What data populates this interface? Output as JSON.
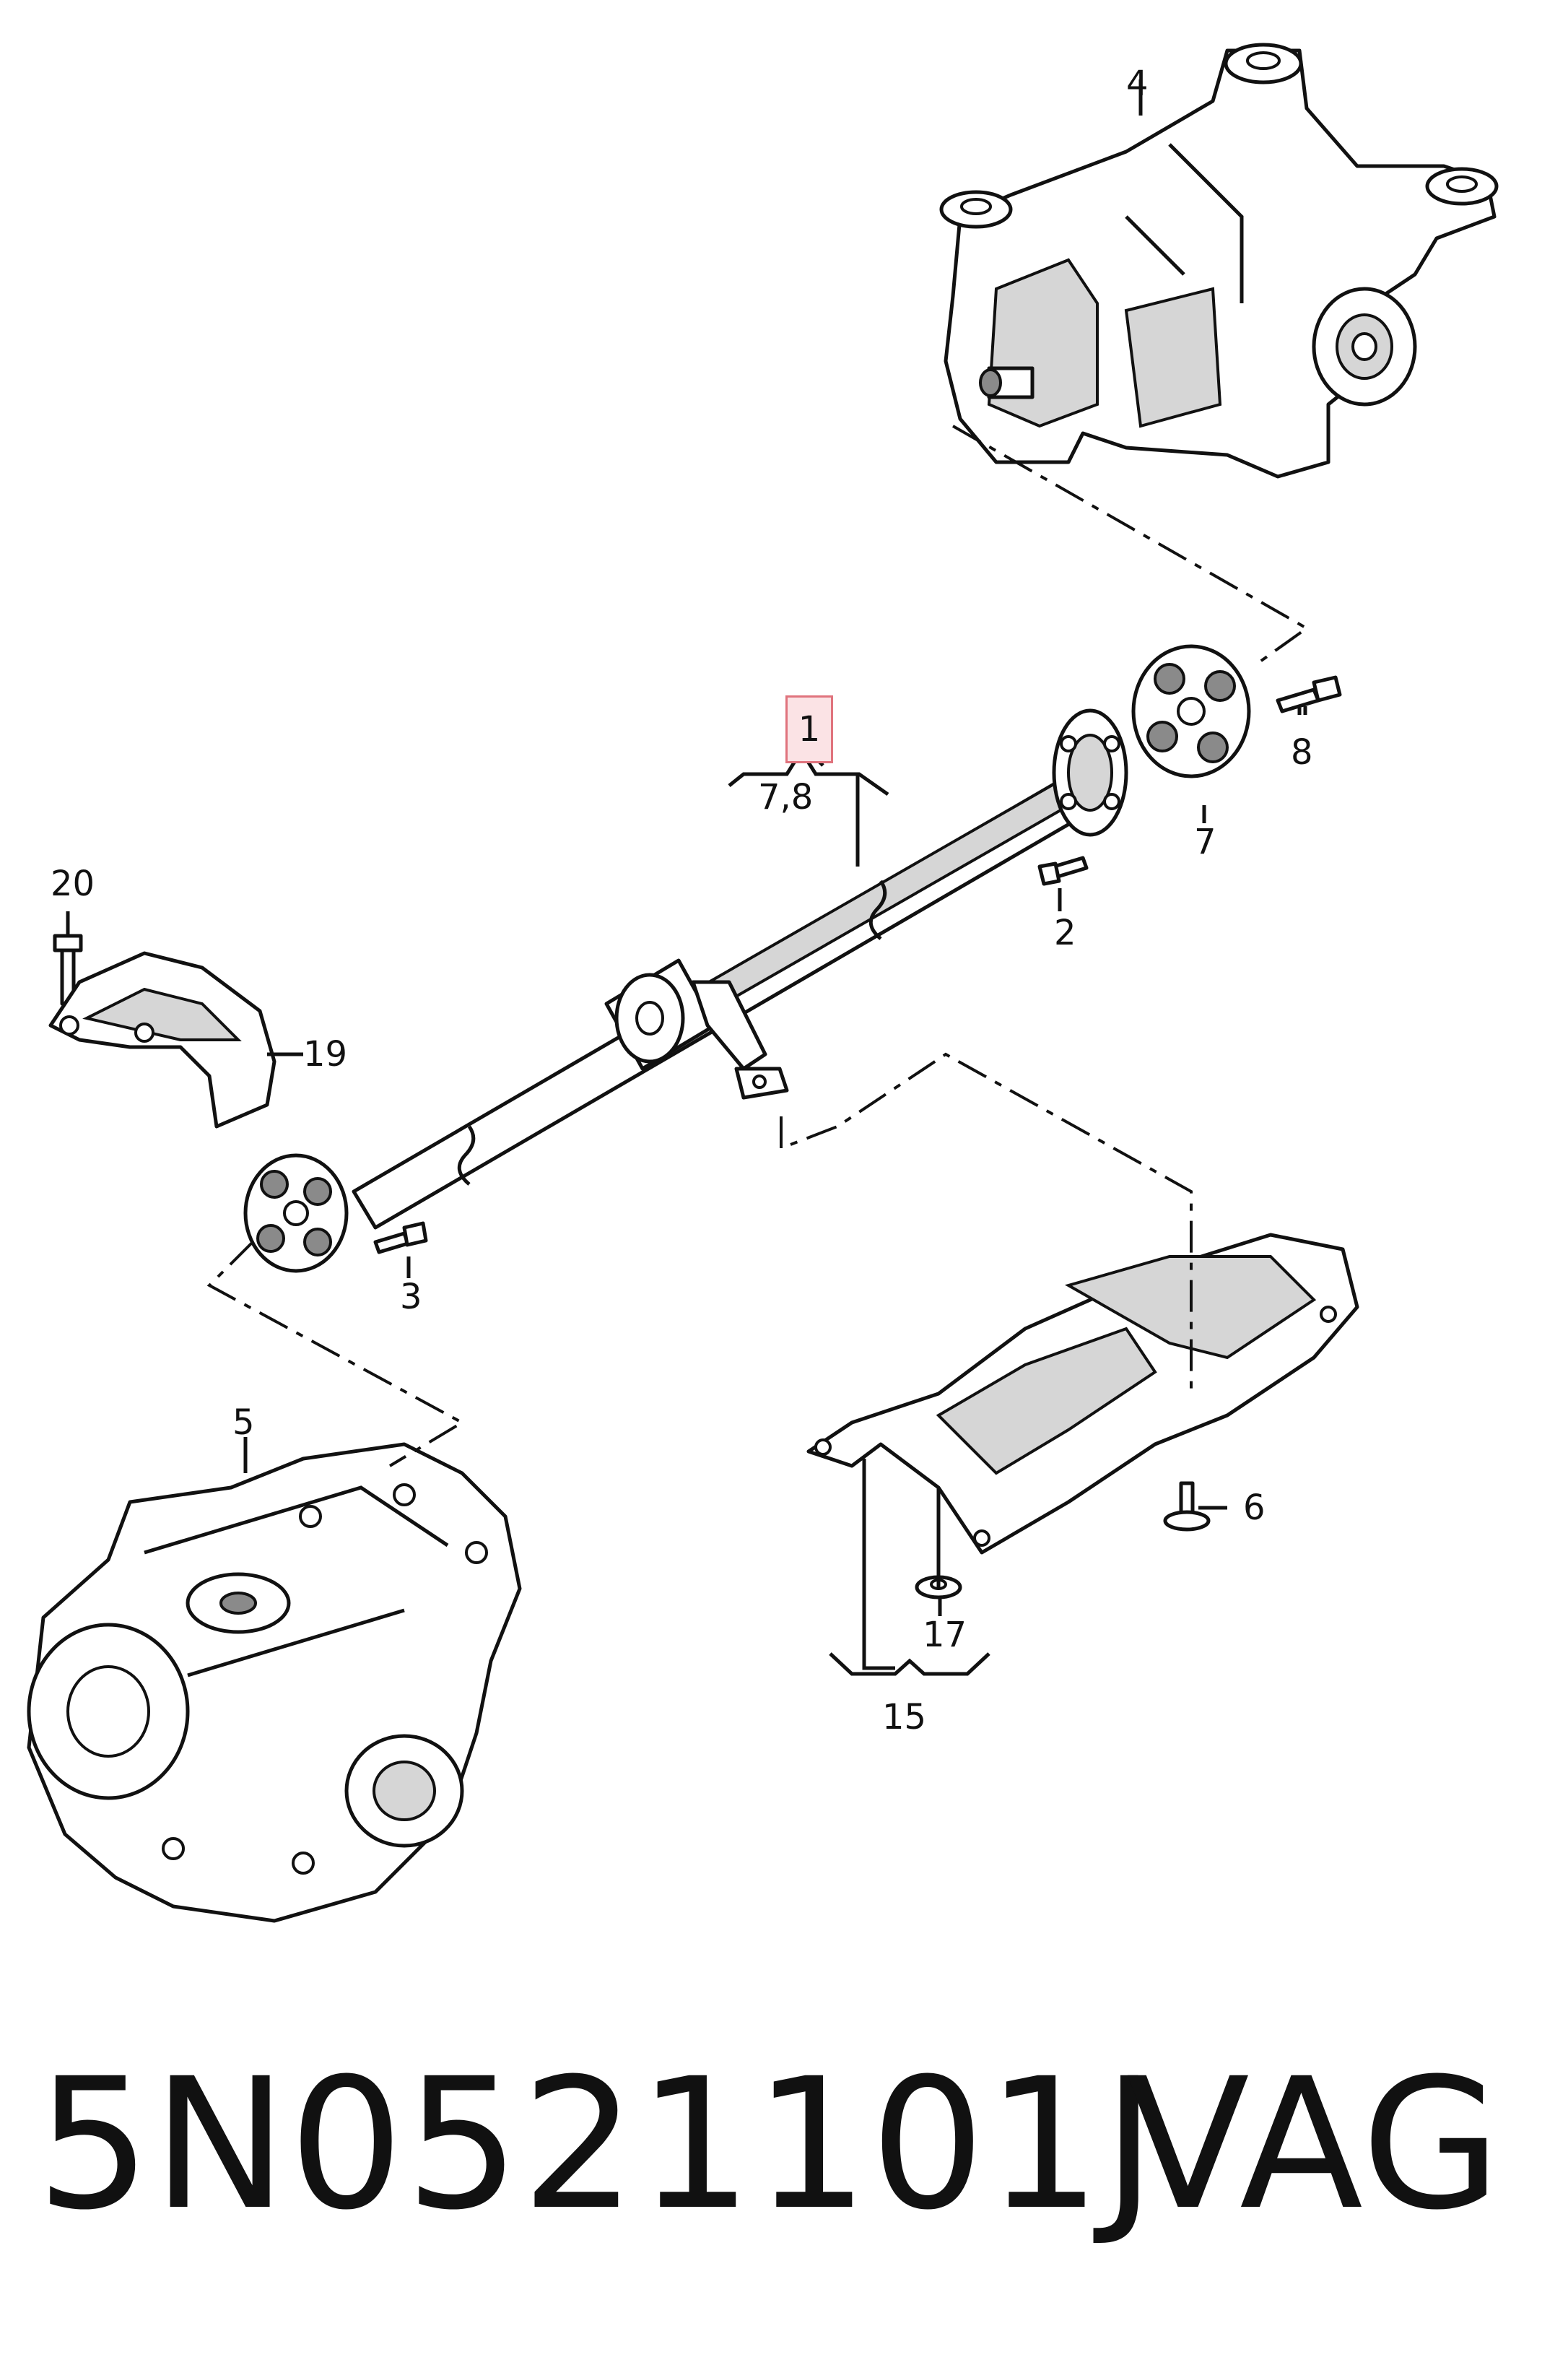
{
  "callouts": {
    "c1": "1",
    "c2": "2",
    "c3": "3",
    "c4": "4",
    "c5": "5",
    "c6": "6",
    "c7": "7",
    "c8": "8",
    "c78": "7,8",
    "c15": "15",
    "c17": "17",
    "c19": "19",
    "c20": "20"
  },
  "footer": {
    "part_number": "5N0521101J",
    "brand": "VAG"
  },
  "colors": {
    "highlight_fill": "#fbe3e5",
    "highlight_border": "#e0737d",
    "ink": "#111111"
  }
}
